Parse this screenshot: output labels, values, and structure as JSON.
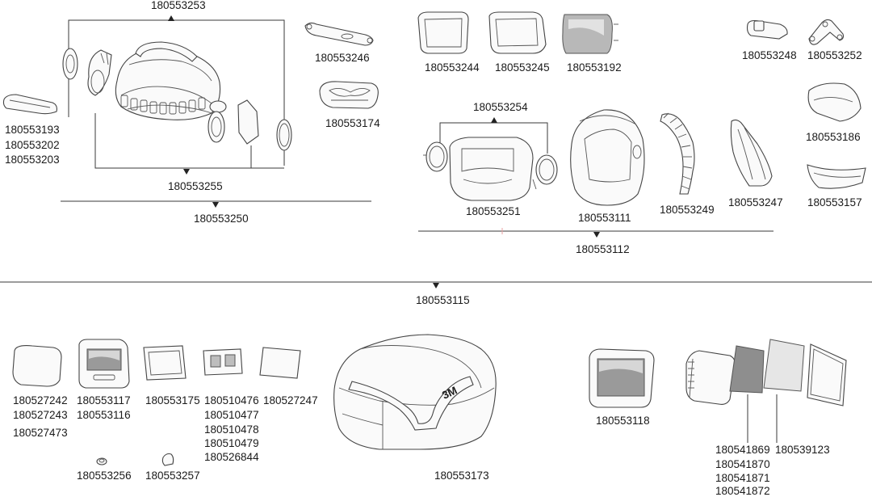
{
  "diagram": {
    "labels": {
      "p180553253": "180553253",
      "p180553246": "180553246",
      "p180553174": "180553174",
      "p180553193": "180553193",
      "p180553202": "180553202",
      "p180553203": "180553203",
      "p180553255": "180553255",
      "p180553250": "180553250",
      "p180553244": "180553244",
      "p180553245": "180553245",
      "p180553192": "180553192",
      "p180553248": "180553248",
      "p180553252": "180553252",
      "p180553254": "180553254",
      "p180553186": "180553186",
      "p180553251": "180553251",
      "p180553111": "180553111",
      "p180553249": "180553249",
      "p180553247": "180553247",
      "p180553157": "180553157",
      "p180553112": "180553112",
      "p180553115": "180553115",
      "p180527242": "180527242",
      "p180527243": "180527243",
      "p180527473": "180527473",
      "p180553117": "180553117",
      "p180553116": "180553116",
      "p180553175": "180553175",
      "p180510476": "180510476",
      "p180510477": "180510477",
      "p180510478": "180510478",
      "p180510479": "180510479",
      "p180526844": "180526844",
      "p180527247": "180527247",
      "p180553256": "180553256",
      "p180553257": "180553257",
      "p180553173": "180553173",
      "p180553118": "180553118",
      "p180541869": "180541869",
      "p180541870": "180541870",
      "p180541871": "180541871",
      "p180541872": "180541872",
      "p180539123": "180539123"
    },
    "bag_logo": "3M"
  }
}
